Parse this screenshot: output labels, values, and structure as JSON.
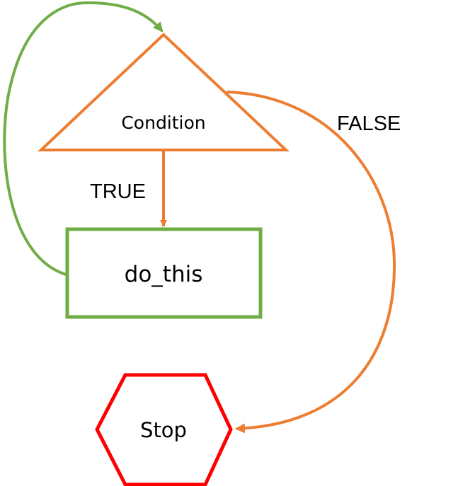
{
  "nodes": {
    "condition": {
      "label": "Condition",
      "shape": "triangle",
      "stroke": "#ED7D31"
    },
    "do_this": {
      "label": "do_this",
      "shape": "rectangle",
      "stroke": "#70AD47"
    },
    "stop": {
      "label": "Stop",
      "shape": "hexagon",
      "stroke": "#FF0000"
    }
  },
  "edges": {
    "true_edge": {
      "label": "TRUE",
      "from": "Condition",
      "to": "do_this",
      "color": "#ED7D31"
    },
    "false_edge": {
      "label": "FALSE",
      "from": "Condition",
      "to": "Stop",
      "color": "#ED7D31"
    },
    "loop_edge": {
      "label": "",
      "from": "do_this",
      "to": "Condition",
      "color": "#70AD47"
    }
  }
}
